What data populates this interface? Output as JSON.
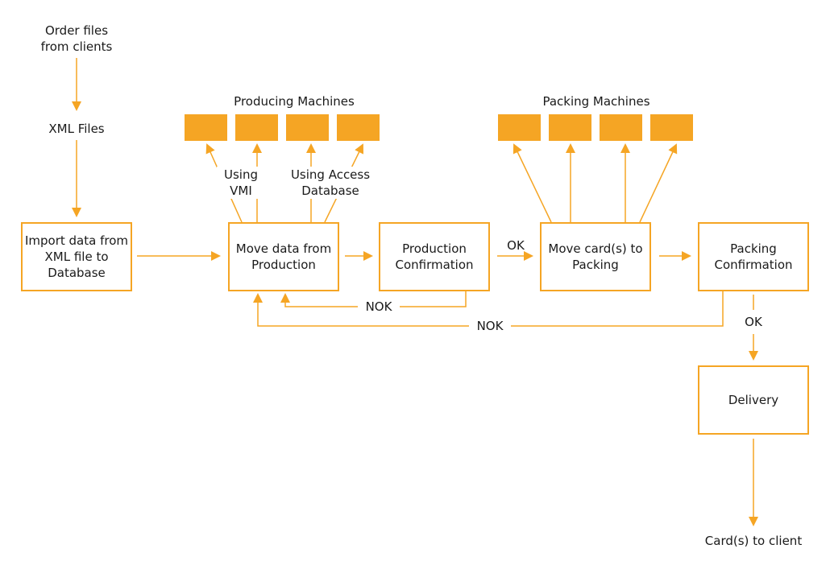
{
  "colors": {
    "accent": "#f5a524",
    "text": "#1a1a1a"
  },
  "labels": {
    "order_files": [
      "Order files",
      "from clients"
    ],
    "xml_files": "XML Files",
    "producing_machines": "Producing Machines",
    "packing_machines": "Packing Machines",
    "using_vmi": [
      "Using",
      "VMI"
    ],
    "using_access": [
      "Using Access",
      "Database"
    ],
    "ok_1": "OK",
    "ok_2": "OK",
    "nok_1": "NOK",
    "nok_2": "NOK",
    "cards_to_client": "Card(s) to client"
  },
  "boxes": {
    "import": [
      "Import data from",
      "XML file to",
      "Database"
    ],
    "move_production": [
      "Move data from",
      "Production"
    ],
    "production_confirmation": [
      "Production",
      "Confirmation"
    ],
    "move_packing": [
      "Move card(s) to",
      "Packing"
    ],
    "packing_confirmation": [
      "Packing",
      "Confirmation"
    ],
    "delivery": [
      "Delivery"
    ]
  }
}
